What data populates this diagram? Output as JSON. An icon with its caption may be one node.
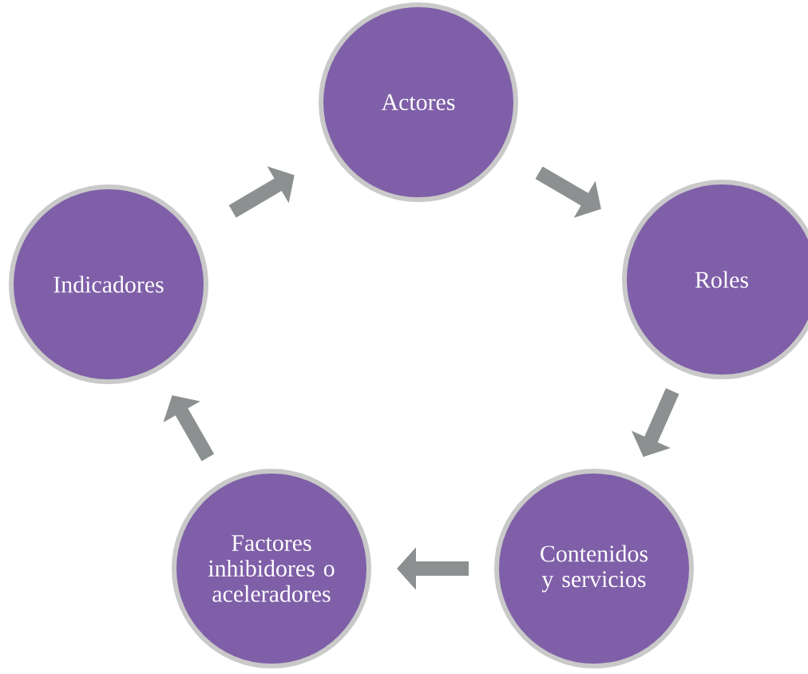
{
  "diagram": {
    "nodes": [
      {
        "text": [
          "Actores"
        ]
      },
      {
        "text": [
          "Roles"
        ]
      },
      {
        "text": [
          "Contenidos y servicios"
        ]
      },
      {
        "text": [
          "Factores inhibidores o aceleradores"
        ]
      },
      {
        "text": [
          "Indicadores"
        ]
      }
    ],
    "edges": [
      {
        "from": 0,
        "to": 1,
        "arrow": "to"
      },
      {
        "from": 1,
        "to": 2,
        "arrow": "to"
      },
      {
        "from": 2,
        "to": 3,
        "arrow": "to"
      },
      {
        "from": 3,
        "to": 4,
        "arrow": "to"
      },
      {
        "from": 4,
        "to": 0,
        "arrow": "to"
      }
    ]
  }
}
